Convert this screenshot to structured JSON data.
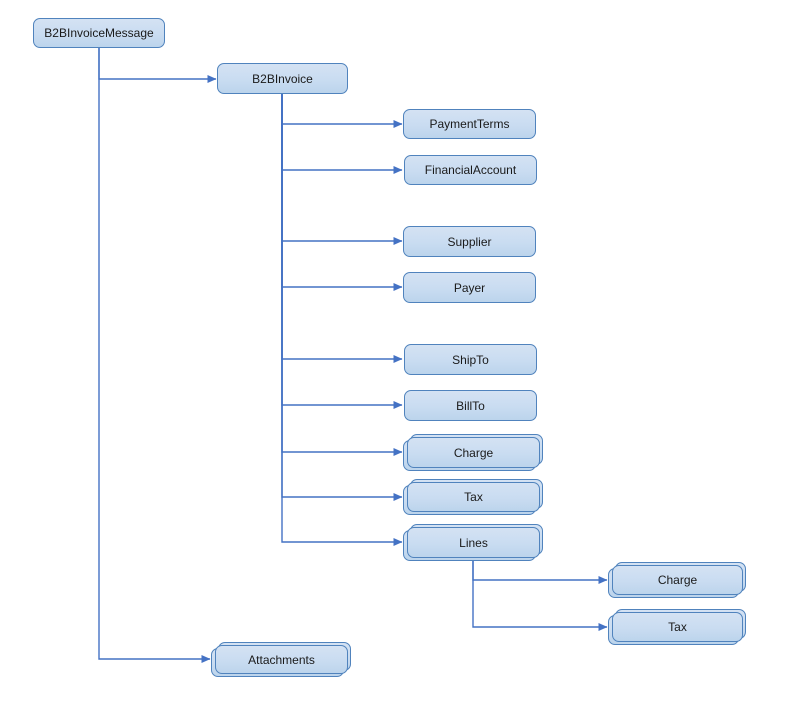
{
  "diagram_type": "xsd-schema-tree",
  "colors": {
    "canvas_bg": "#ffffff",
    "node_fill": "#c9dcf1",
    "node_border": "#5083bd",
    "connector": "#4472c4",
    "node_text": "#1a1a1a"
  },
  "nodes": {
    "b2b_invoice_message": {
      "label": "B2BInvoiceMessage",
      "multiple": false
    },
    "b2b_invoice": {
      "label": "B2BInvoice",
      "multiple": false
    },
    "payment_terms": {
      "label": "PaymentTerms",
      "multiple": false
    },
    "financial_account": {
      "label": "FinancialAccount",
      "multiple": false
    },
    "supplier": {
      "label": "Supplier",
      "multiple": false
    },
    "payer": {
      "label": "Payer",
      "multiple": false
    },
    "ship_to": {
      "label": "ShipTo",
      "multiple": false
    },
    "bill_to": {
      "label": "BillTo",
      "multiple": false
    },
    "charge": {
      "label": "Charge",
      "multiple": true
    },
    "tax": {
      "label": "Tax",
      "multiple": true
    },
    "lines": {
      "label": "Lines",
      "multiple": true
    },
    "line_charge": {
      "label": "Charge",
      "multiple": true
    },
    "line_tax": {
      "label": "Tax",
      "multiple": true
    },
    "attachments": {
      "label": "Attachments",
      "multiple": true
    }
  },
  "edges": [
    {
      "from": "b2b_invoice_message",
      "to": "b2b_invoice"
    },
    {
      "from": "b2b_invoice_message",
      "to": "attachments"
    },
    {
      "from": "b2b_invoice",
      "to": "payment_terms"
    },
    {
      "from": "b2b_invoice",
      "to": "financial_account"
    },
    {
      "from": "b2b_invoice",
      "to": "supplier"
    },
    {
      "from": "b2b_invoice",
      "to": "payer"
    },
    {
      "from": "b2b_invoice",
      "to": "ship_to"
    },
    {
      "from": "b2b_invoice",
      "to": "bill_to"
    },
    {
      "from": "b2b_invoice",
      "to": "charge"
    },
    {
      "from": "b2b_invoice",
      "to": "tax"
    },
    {
      "from": "b2b_invoice",
      "to": "lines"
    },
    {
      "from": "lines",
      "to": "line_charge"
    },
    {
      "from": "lines",
      "to": "line_tax"
    }
  ]
}
